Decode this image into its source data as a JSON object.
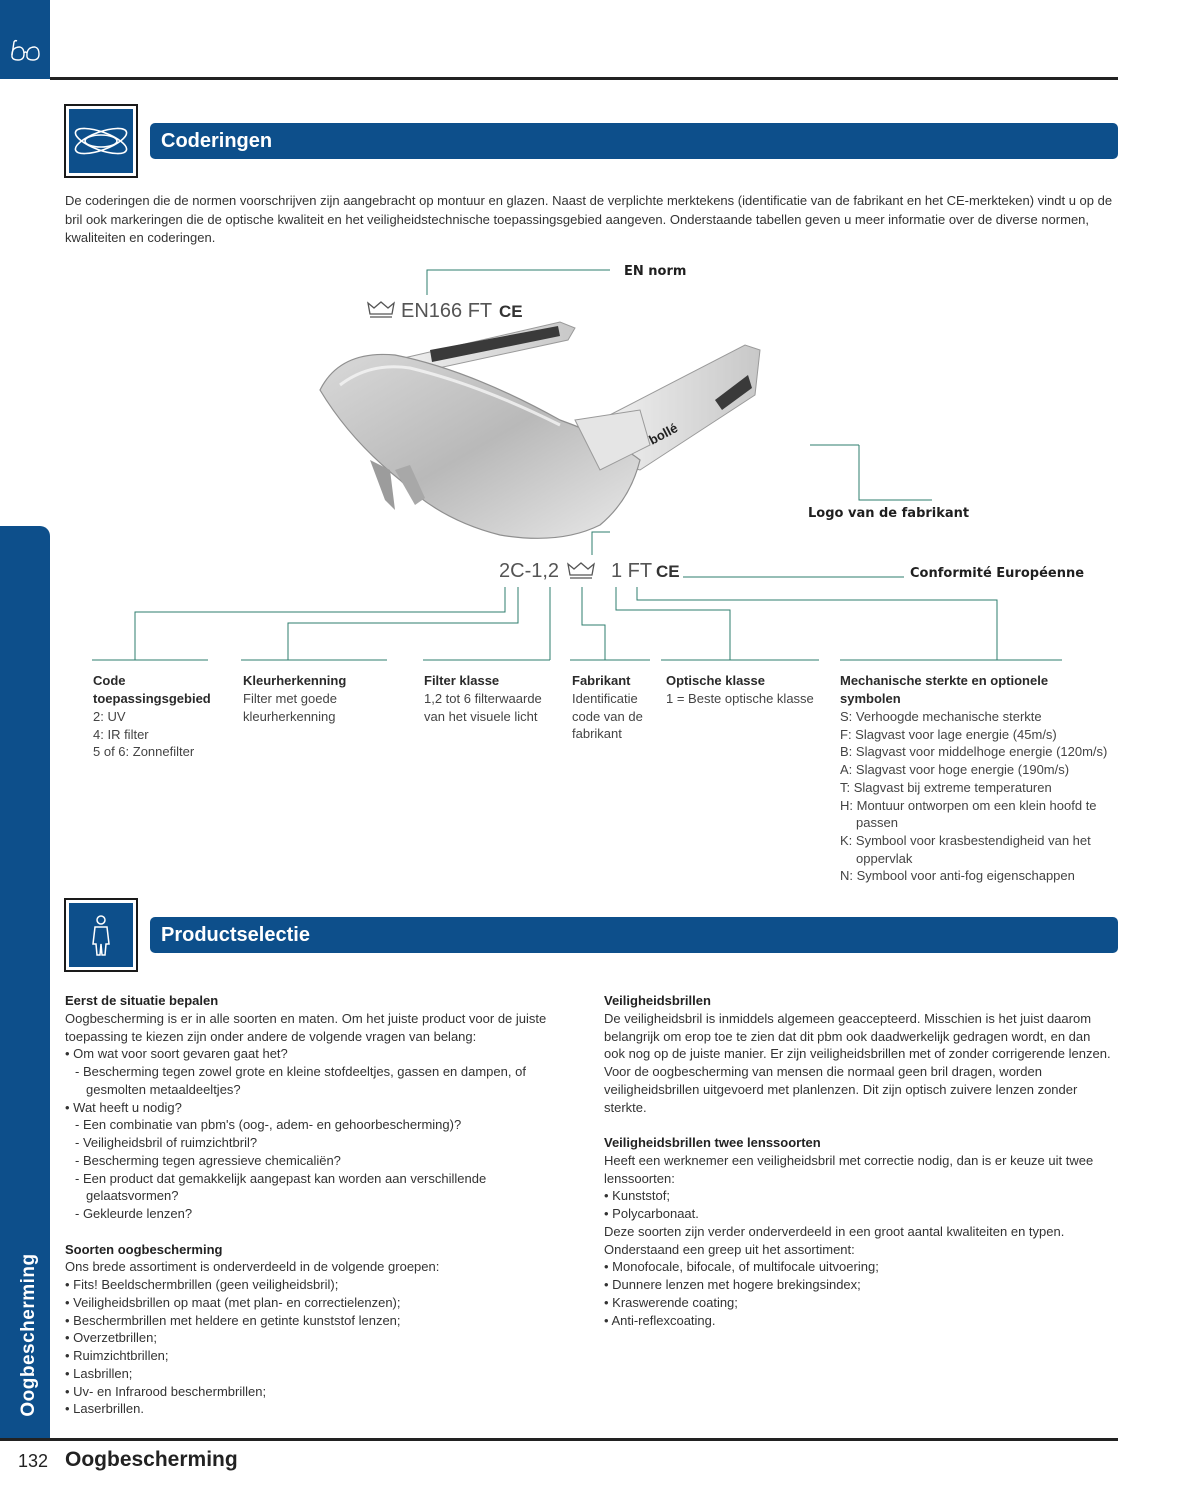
{
  "header": {
    "icon": "glasses-icon"
  },
  "sidebar": {
    "label": "Oogbescherming"
  },
  "sections": {
    "coderingen": {
      "title": "Coderingen",
      "icon": "orbit-lens-icon"
    },
    "productselectie": {
      "title": "Productselectie",
      "icon": "person-icon"
    }
  },
  "intro": "De coderingen die de normen voorschrijven zijn aangebracht op montuur en glazen. Naast de verplichte merktekens (identificatie van de fabrikant en het CE-merkteken) vindt u op de bril ook markeringen die de optische kwaliteit en het veiligheidstechnische toepassingsgebied aangeven. Onderstaande tabellen geven u meer informatie over de diverse normen, kwaliteiten en coderingen.",
  "diagram": {
    "en_norm_label": "EN norm",
    "frame_marking": "EN166 FT",
    "ce_mark": "CE",
    "logo_label": "Logo van de fabrikant",
    "ce_label": "Conformité Européenne",
    "lens_marking_left": "2C-1,2",
    "lens_marking_right": "1 FT",
    "lens_brand": "bollé"
  },
  "columns": [
    {
      "title": "Code toepassingsgebied",
      "lines": [
        "2: UV",
        "4: IR filter",
        "5 of 6: Zonnefilter"
      ]
    },
    {
      "title": "Kleurherkenning",
      "lines": [
        "Filter met goede",
        "kleurherkenning"
      ]
    },
    {
      "title": "Filter klasse",
      "lines": [
        "1,2 tot 6 filterwaarde",
        "van het visuele licht"
      ]
    },
    {
      "title": "Fabrikant",
      "lines": [
        "Identificatie",
        "code van de",
        "fabrikant"
      ]
    },
    {
      "title": "Optische klasse",
      "lines": [
        "1 = Beste optische klasse"
      ]
    },
    {
      "title": "Mechanische sterkte en optionele symbolen",
      "lines": [
        "S: Verhoogde mechanische sterkte",
        "F: Slagvast voor lage energie (45m/s)",
        "B: Slagvast voor middelhoge energie (120m/s)",
        "A: Slagvast voor hoge energie (190m/s)",
        "T: Slagvast bij extreme temperaturen",
        "H: Montuur ontworpen om een klein hoofd te",
        "passen",
        "K: Symbool voor krasbestendigheid van het",
        "oppervlak",
        "N: Symbool voor anti-fog eigenschappen"
      ]
    }
  ],
  "left_col": {
    "h1": "Eerst de situatie bepalen",
    "p1": [
      "Oogbescherming is er in alle soorten en maten. Om het juiste product voor de juiste",
      "toepassing te kiezen zijn onder andere de volgende vragen van belang:"
    ],
    "q1": "• Om wat voor soort gevaren gaat het?",
    "q1_items": [
      "- Bescherming tegen zowel grote en kleine stofdeeltjes, gassen en dampen, of",
      "gesmolten metaaldeeltjes?"
    ],
    "q2": "• Wat heeft u nodig?",
    "q2_items": [
      "- Een combinatie van pbm's (oog-, adem- en gehoorbescherming)?",
      "- Veiligheidsbril of ruimzichtbril?",
      "- Bescherming tegen agressieve chemicaliën?",
      "- Een product dat gemakkelijk aangepast kan worden aan verschillende",
      "gelaatsvormen?",
      "- Gekleurde lenzen?"
    ],
    "h2": "Soorten oogbescherming",
    "p2": "Ons brede assortiment is onderverdeeld in de volgende groepen:",
    "list2": [
      "• Fits! Beeldschermbrillen (geen veiligheidsbril);",
      "• Veiligheidsbrillen op maat (met plan- en correctielenzen);",
      "• Beschermbrillen met heldere en getinte kunststof lenzen;",
      "• Overzetbrillen;",
      "• Ruimzichtbrillen;",
      "• Lasbrillen;",
      "• Uv- en Infrarood beschermbrillen;",
      "• Laserbrillen."
    ]
  },
  "right_col": {
    "h1": "Veiligheidsbrillen",
    "p1": [
      "De veiligheidsbril is inmiddels algemeen geaccepteerd. Misschien is het juist daarom",
      "belangrijk om erop toe te zien dat dit pbm ook daadwerkelijk gedragen wordt, en dan",
      "ook nog op de juiste manier. Er zijn veiligheidsbrillen met of zonder corrigerende lenzen.",
      "Voor de oogbescherming van mensen die normaal geen bril dragen, worden",
      "veiligheidsbrillen uitgevoerd met planlenzen. Dit zijn optisch zuivere lenzen zonder",
      "sterkte."
    ],
    "h2": "Veiligheidsbrillen twee lenssoorten",
    "p2": [
      "Heeft een werknemer een veiligheidsbril met correctie nodig, dan is er keuze uit twee",
      "lenssoorten:",
      "• Kunststof;",
      "• Polycarbonaat.",
      "Deze soorten zijn verder onderverdeeld in een groot aantal kwaliteiten en typen.",
      "Onderstaand een greep uit het assortiment:",
      "• Monofocale, bifocale, of multifocale uitvoering;",
      "• Dunnere lenzen met hogere brekingsindex;",
      "• Kraswerende coating;",
      "• Anti-reflexcoating."
    ]
  },
  "footer": {
    "page": "132",
    "title": "Oogbescherming"
  }
}
